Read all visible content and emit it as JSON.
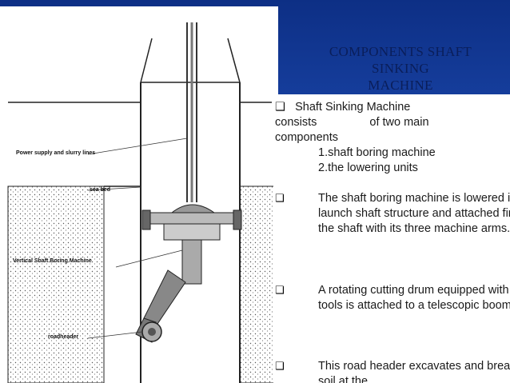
{
  "slide": {
    "title_lines": [
      "COMPONENTS  SHAFT",
      "SINKING",
      "MACHINE"
    ]
  },
  "diagram": {
    "labels": {
      "power_supply": "Power supply and slurry lines",
      "sea_bed": "sea bed",
      "vsbm": "Vertical Shaft Boring Machine",
      "roadheader": "roadheader"
    }
  },
  "content": {
    "p1_line1": "Shaft Sinking Machine",
    "p1_line2_a": "consists",
    "p1_line2_b": "of two main",
    "p1_line3": "components",
    "p1_line4": "1.shaft boring machine",
    "p1_line5": "2.the lowering units",
    "p2": "The shaft boring machine is lowered into the launch shaft structure and attached firmly to the shaft with its three machine arms.",
    "p3": "A rotating cutting drum equipped with chisel tools is attached to a telescopic boom.",
    "p4": "This road header excavates and breaks the soil at the"
  },
  "colors": {
    "background": "#1a47ac",
    "title": "#0a1e5a",
    "text": "#1a1a1a",
    "panel": "#ffffff"
  },
  "icons": [
    "checkbox-bullet-icon"
  ]
}
